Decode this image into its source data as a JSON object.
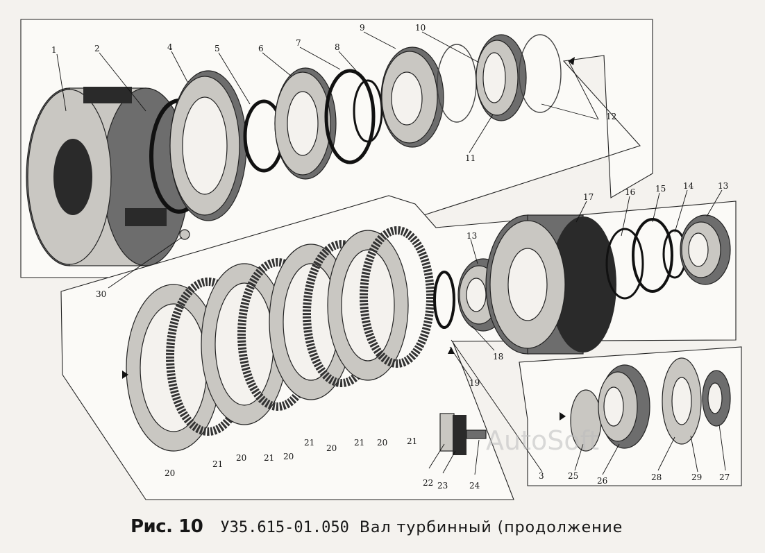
{
  "caption": {
    "figure": "Рис. 10",
    "code": "У35.615-01.050",
    "title": "Вал турбинный (продолжение"
  },
  "watermark": "AutoSoft",
  "labels": {
    "l1": "1",
    "l2": "2",
    "l3": "3",
    "l4": "4",
    "l5": "5",
    "l6": "6",
    "l7": "7",
    "l8": "8",
    "l9": "9",
    "l10": "10",
    "l11": "11",
    "l12": "12",
    "l13a": "13",
    "l13b": "13",
    "l14": "14",
    "l15": "15",
    "l16": "16",
    "l17": "17",
    "l18": "18",
    "l19": "19",
    "l20a": "20",
    "l20b": "20",
    "l20c": "20",
    "l20d": "20",
    "l20e": "20",
    "l21a": "21",
    "l21b": "21",
    "l21c": "21",
    "l21d": "21",
    "l21e": "21",
    "l22": "22",
    "l23": "23",
    "l24": "24",
    "l25": "25",
    "l26": "26",
    "l27": "27",
    "l28": "28",
    "l29": "29",
    "l30": "30"
  }
}
